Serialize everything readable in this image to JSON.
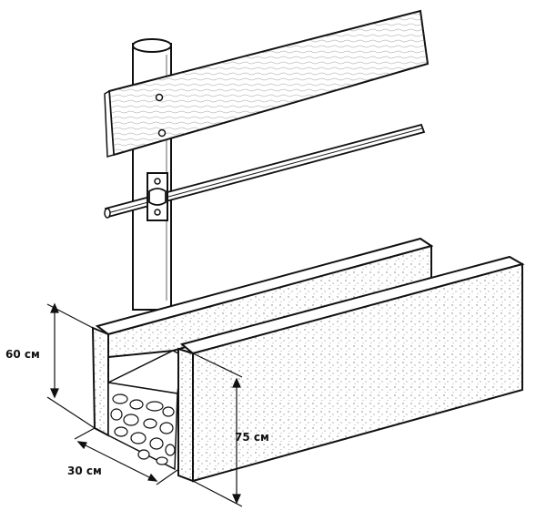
{
  "dimensions": {
    "height_left": "60 см",
    "width_bottom": "30 см",
    "height_right": "75 см"
  },
  "colors": {
    "line": "#111111",
    "fill": "#ffffff",
    "stipple": "#444444"
  }
}
